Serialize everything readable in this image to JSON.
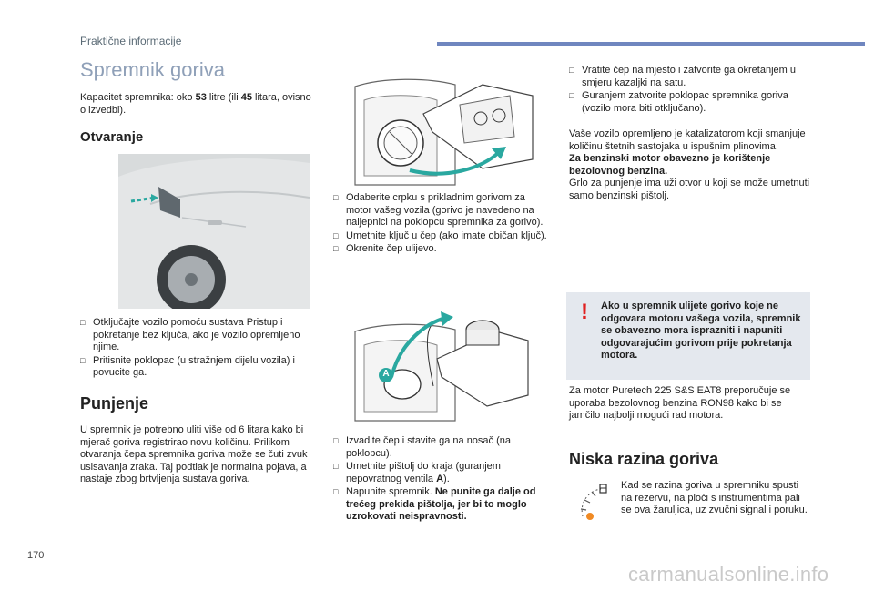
{
  "header": {
    "section": "Praktične informacije"
  },
  "page": {
    "title": "Spremnik goriva",
    "number": "170"
  },
  "intro": {
    "part1": "Kapacitet spremnika: oko ",
    "val1": "53",
    "part2": " litre (ili ",
    "val2": "45",
    "part3": " litara, ovisno o izvedbi)."
  },
  "otvaranje": {
    "heading": "Otvaranje",
    "bullets": [
      "Otključajte vozilo pomoću sustava Pristup i pokretanje bez ključa, ako je vozilo opremljeno njime.",
      "Pritisnite poklopac (u stražnjem dijelu vozila) i povucite ga."
    ]
  },
  "punjenje": {
    "heading": "Punjenje",
    "text": "U spremnik je potrebno uliti više od 6 litara kako bi mjerač goriva registrirao novu količinu. Prilikom otvaranja čepa spremnika goriva može se čuti zvuk usisavanja zraka. Taj podtlak je normalna pojava, a nastaje zbog brtvljenja sustava goriva."
  },
  "mid_bullets_1": [
    "Odaberite crpku s prikladnim gorivom za motor vašeg vozila (gorivo je navedeno na naljepnici na poklopcu spremnika za gorivo).",
    "Umetnite ključ u čep (ako imate običan ključ).",
    "Okrenite čep ulijevo."
  ],
  "mid_bullets_2": {
    "b1": "Izvadite čep i stavite ga na nosač (na poklopcu).",
    "b2_pre": "Umetnite pištolj do kraja (guranjem nepovratnog ventila ",
    "b2_bold": "A",
    "b2_post": ").",
    "b3_pre": "Napunite spremnik. ",
    "b3_bold": "Ne punite ga dalje od trećeg prekida pištolja, jer bi to moglo uzrokovati neispravnosti."
  },
  "right_bullets": [
    "Vratite čep na mjesto i zatvorite ga okretanjem u smjeru kazaljki na satu.",
    "Guranjem zatvorite poklopac spremnika goriva (vozilo mora biti otključano)."
  ],
  "catalyst": {
    "text1": "Vaše vozilo opremljeno je katalizatorom koji smanjuje količinu štetnih sastojaka u ispušnim plinovima.",
    "bold": "Za benzinski motor obavezno je korištenje bezolovnog benzina.",
    "text2": "Grlo za punjenje ima uži otvor u koji se može umetnuti samo benzinski pištolj."
  },
  "warning": {
    "mark": "!",
    "text": "Ako u spremnik ulijete gorivo koje ne odgovara motoru vašega vozila, spremnik se obavezno mora isprazniti i napuniti odgovarajućim gorivom prije pokretanja motora."
  },
  "puretech": {
    "text": "Za motor Puretech 225 S&S EAT8 preporučuje se uporaba bezolovnog benzina RON98 kako bi se jamčilo najbolji mogući rad motora."
  },
  "niska": {
    "heading": "Niska razina goriva",
    "text": "Kad se razina goriva u spremniku spusti na rezervu, na ploči s instrumentima pali se ova žaruljica, uz zvučni signal i poruku."
  },
  "figures": {
    "valve_label": "A",
    "bullet_marker": ""
  },
  "icons": {
    "fuel_gauge": "fuel-gauge-icon",
    "warning": "exclamation-icon"
  },
  "colors": {
    "accent": "#6f86bf",
    "title": "#8fa0b8",
    "arrow": "#2aa8a0",
    "warning": "#e02020",
    "lamp": "#f08a24"
  },
  "watermark": "carmanualsonline.info"
}
